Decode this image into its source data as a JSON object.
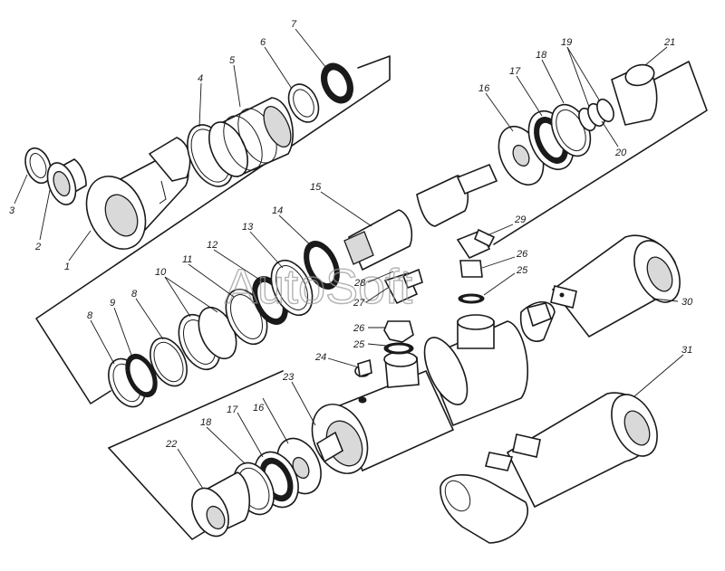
{
  "watermark": "AutoSoft",
  "callouts": [
    {
      "id": "c1",
      "text": "1"
    },
    {
      "id": "c2",
      "text": "2"
    },
    {
      "id": "c3",
      "text": "3"
    },
    {
      "id": "c4",
      "text": "4"
    },
    {
      "id": "c5",
      "text": "5"
    },
    {
      "id": "c6",
      "text": "6"
    },
    {
      "id": "c7",
      "text": "7"
    },
    {
      "id": "c8a",
      "text": "8"
    },
    {
      "id": "c8b",
      "text": "8"
    },
    {
      "id": "c9",
      "text": "9"
    },
    {
      "id": "c10",
      "text": "10"
    },
    {
      "id": "c11",
      "text": "11"
    },
    {
      "id": "c12",
      "text": "12"
    },
    {
      "id": "c13",
      "text": "13"
    },
    {
      "id": "c14",
      "text": "14"
    },
    {
      "id": "c15",
      "text": "15"
    },
    {
      "id": "c16a",
      "text": "16"
    },
    {
      "id": "c16b",
      "text": "16"
    },
    {
      "id": "c17a",
      "text": "17"
    },
    {
      "id": "c17b",
      "text": "17"
    },
    {
      "id": "c18a",
      "text": "18"
    },
    {
      "id": "c18b",
      "text": "18"
    },
    {
      "id": "c19",
      "text": "19"
    },
    {
      "id": "c20",
      "text": "20"
    },
    {
      "id": "c21",
      "text": "21"
    },
    {
      "id": "c22",
      "text": "22"
    },
    {
      "id": "c23",
      "text": "23"
    },
    {
      "id": "c24",
      "text": "24"
    },
    {
      "id": "c25a",
      "text": "25"
    },
    {
      "id": "c25b",
      "text": "25"
    },
    {
      "id": "c26a",
      "text": "26"
    },
    {
      "id": "c26b",
      "text": "26"
    },
    {
      "id": "c27",
      "text": "27"
    },
    {
      "id": "c28",
      "text": "28"
    },
    {
      "id": "c29",
      "text": "29"
    },
    {
      "id": "c30",
      "text": "30"
    },
    {
      "id": "c31",
      "text": "31"
    }
  ]
}
